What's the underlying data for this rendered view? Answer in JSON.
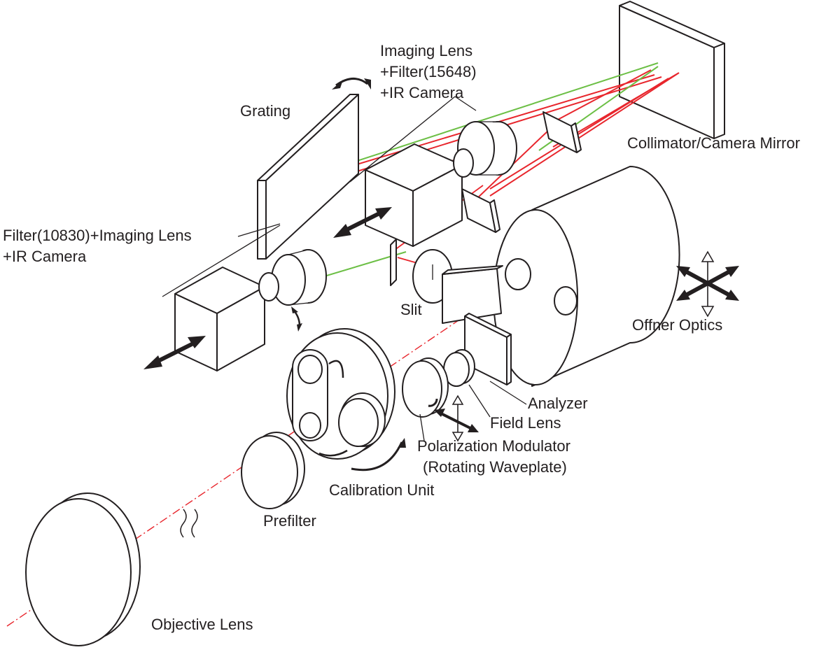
{
  "labels": {
    "imaging_lens_1": "Imaging Lens",
    "imaging_lens_2": "+Filter(15648)",
    "imaging_lens_3": "+IR Camera",
    "grating": "Grating",
    "collimator": "Collimator/Camera Mirror",
    "filter_10830_1": "Filter(10830)+Imaging Lens",
    "filter_10830_2": "+IR Camera",
    "slit": "Slit",
    "offner": "Offner Optics",
    "analyzer": "Analyzer",
    "field_lens": "Field Lens",
    "polmod_1": "Polarization Modulator",
    "polmod_2": "(Rotating Waveplate)",
    "calibration": "Calibration Unit",
    "prefilter": "Prefilter",
    "objective": "Objective Lens"
  },
  "colors": {
    "line": "#231f20",
    "beam_red": "#e8262d",
    "beam_green": "#6cbf45",
    "background": "#ffffff"
  }
}
